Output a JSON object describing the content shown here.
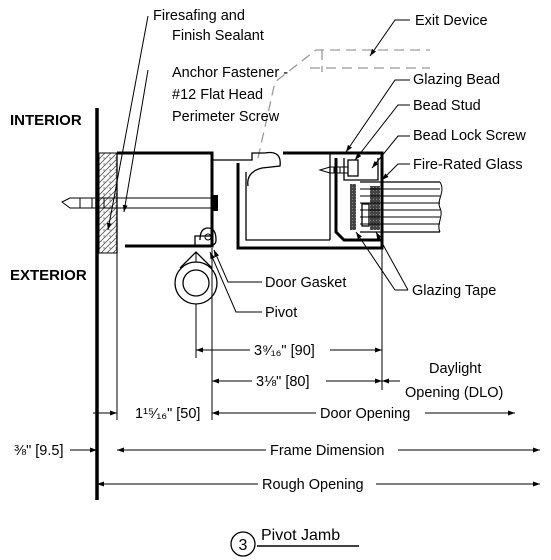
{
  "sides": {
    "interior": "INTERIOR",
    "exterior": "EXTERIOR"
  },
  "callouts": {
    "firesafing_1": "Firesafing and",
    "firesafing_2": "Finish Sealant",
    "anchor_1": "Anchor Fastener -",
    "anchor_2": "#12 Flat Head",
    "anchor_3": "Perimeter Screw",
    "exit_device": "Exit Device",
    "glazing_bead": "Glazing Bead",
    "bead_stud": "Bead Stud",
    "bead_lock_screw": "Bead Lock Screw",
    "fire_rated_glass": "Fire-Rated Glass",
    "door_gasket": "Door Gasket",
    "glazing_tape": "Glazing Tape",
    "pivot": "Pivot"
  },
  "dimensions": {
    "dim_90": "3⁹⁄₁₆\" [90]",
    "dim_80": "3⅛\" [80]",
    "dlo_1": "Daylight",
    "dlo_2": "Opening (DLO)",
    "dim_50": "1¹⁵⁄₁₆\" [50]",
    "door_opening": "Door Opening",
    "dim_9_5": "⅜\" [9.5]",
    "frame_dimension": "Frame Dimension",
    "rough_opening": "Rough Opening"
  },
  "title": {
    "number": "3",
    "text": "Pivot Jamb"
  }
}
